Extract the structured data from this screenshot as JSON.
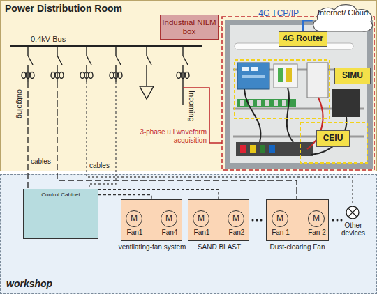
{
  "diagram": {
    "nodes": [
      {
        "text": [
          "Power Distribution Room"
        ]
      },
      {
        "text": [
          "Internet/ Cloud"
        ],
        "in": 0
      },
      {
        "text": [
          "Industrial NILM box"
        ],
        "in": 0
      },
      {
        "text": [
          "4G Router"
        ],
        "in": 0
      },
      {
        "text": [
          "SIMU"
        ],
        "in": 0
      },
      {
        "text": [
          "CEIU"
        ],
        "in": 0
      },
      {
        "text": [
          "workshop"
        ]
      },
      {
        "text": [
          "Control Cabinet"
        ],
        "in": 6
      },
      {
        "text": [
          "ventilating-fan system"
        ],
        "in": 6
      },
      {
        "text": [
          "M",
          "Fan1"
        ],
        "in": 8
      },
      {
        "text": [
          "M",
          "Fan4"
        ],
        "in": 8
      },
      {
        "text": [
          "SAND BLAST"
        ],
        "in": 6
      },
      {
        "text": [
          "M",
          "Fan1"
        ],
        "in": 11
      },
      {
        "text": [
          "M",
          "Fan2"
        ],
        "in": 11
      },
      {
        "text": [
          "Dust-clearing Fan"
        ],
        "in": 6
      },
      {
        "text": [
          "M",
          "Fan 1"
        ],
        "in": 14
      },
      {
        "text": [
          "M",
          "Fan 2"
        ],
        "in": 14
      }
    ],
    "edges": [
      {
        "from": 3,
        "to": 1,
        "arrow": "none",
        "label": "4G TCP/IP"
      },
      {
        "from": 7,
        "to": 8,
        "arrow": "none"
      },
      {
        "from": 7,
        "to": 11,
        "arrow": "none"
      }
    ],
    "labels": [
      "0.4kV Bus",
      "outgoing",
      "Incoming",
      "3-phase u i waveform acquisition",
      "cables",
      "cables",
      "Other devices"
    ]
  }
}
